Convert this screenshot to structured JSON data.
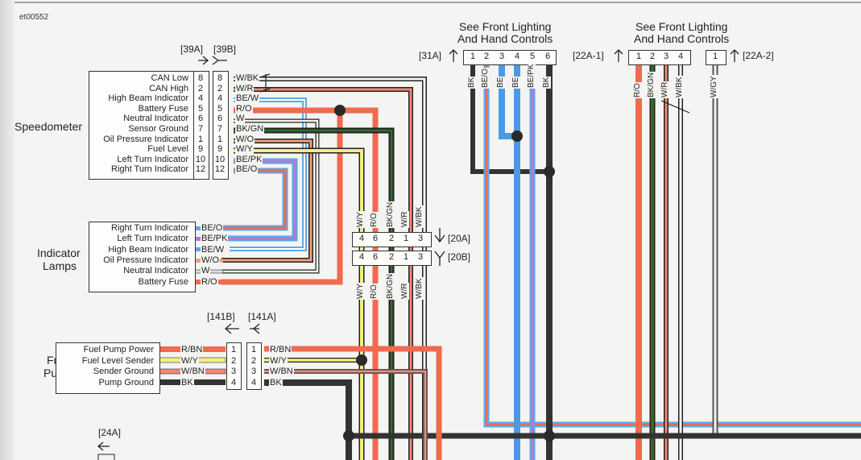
{
  "figure_id": "et00552",
  "speedometer": {
    "title": "Speedometer",
    "conn_a": "[39A]",
    "conn_b": "[39B]",
    "rows": [
      {
        "label": "CAN Low",
        "pin_a": "8",
        "pin_b": "8",
        "wire": "W/BK",
        "color": "#f2f2f2"
      },
      {
        "label": "CAN High",
        "pin_a": "2",
        "pin_b": "2",
        "wire": "W/R",
        "color": "#f08a78"
      },
      {
        "label": "High Beam Indicator",
        "pin_a": "4",
        "pin_b": "4",
        "wire": "BE/W",
        "color": "#5aa8e6"
      },
      {
        "label": "Battery Fuse",
        "pin_a": "5",
        "pin_b": "5",
        "wire": "R/O",
        "color": "#f06a50"
      },
      {
        "label": "Neutral Indicator",
        "pin_a": "6",
        "pin_b": "6",
        "wire": "W",
        "color": "#f2f2f2"
      },
      {
        "label": "Sensor Ground",
        "pin_a": "7",
        "pin_b": "7",
        "wire": "BK/GN",
        "color": "#2f6a2c"
      },
      {
        "label": "Oil Pressure Indicator",
        "pin_a": "1",
        "pin_b": "1",
        "wire": "W/O",
        "color": "#f2a07a"
      },
      {
        "label": "Fuel Level",
        "pin_a": "9",
        "pin_b": "9",
        "wire": "W/Y",
        "color": "#f2ef80"
      },
      {
        "label": "Left Turn Indicator",
        "pin_a": "10",
        "pin_b": "10",
        "wire": "BE/PK",
        "color": "#b07ad6"
      },
      {
        "label": "Right Turn Indicator",
        "pin_a": "12",
        "pin_b": "12",
        "wire": "BE/O",
        "color": "#5aa8e6"
      }
    ]
  },
  "indicator_lamps": {
    "title_line1": "Indicator",
    "title_line2": "Lamps",
    "rows": [
      {
        "label": "Right Turn Indicator",
        "wire": "BE/O"
      },
      {
        "label": "Left Turn Indicator",
        "wire": "BE/PK"
      },
      {
        "label": "High Beam Indicator",
        "wire": "BE/W"
      },
      {
        "label": "Oil Pressure Indicator",
        "wire": "W/O"
      },
      {
        "label": "Neutral Indicator",
        "wire": "W"
      },
      {
        "label": "Battery Fuse",
        "wire": "R/O"
      }
    ]
  },
  "connector_20": {
    "conn_a": "[20A]",
    "conn_b": "[20B]",
    "pins": [
      "4",
      "6",
      "2",
      "1",
      "3"
    ],
    "wires_top": [
      "W/Y",
      "R/O",
      "BK/GN",
      "W/R",
      "W/BK"
    ],
    "wires_bottom": [
      "W/Y",
      "R/O",
      "BK/GN",
      "W/R",
      "W/BK"
    ]
  },
  "fuel_pump": {
    "title_line1": "Fuel",
    "title_line2": "Pump",
    "conn_b": "[141B]",
    "conn_a": "[141A]",
    "rows": [
      {
        "label": "Fuel Pump Power",
        "wire_left": "R/BN",
        "pin_b": "1",
        "pin_a": "1",
        "wire_right": "R/BN"
      },
      {
        "label": "Fuel Level Sender",
        "wire_left": "W/Y",
        "pin_b": "2",
        "pin_a": "2",
        "wire_right": "W/Y"
      },
      {
        "label": "Sender Ground",
        "wire_left": "W/BN",
        "pin_b": "3",
        "pin_a": "3",
        "wire_right": "W/BN"
      },
      {
        "label": "Pump Ground",
        "wire_left": "BK",
        "pin_b": "4",
        "pin_a": "4",
        "wire_right": "BK"
      }
    ]
  },
  "front_lighting_1": {
    "title_line1": "See Front Lighting",
    "title_line2": "And Hand Controls",
    "conn": "[31A]",
    "pins": [
      "1",
      "2",
      "3",
      "4",
      "5",
      "6"
    ],
    "wires": [
      "BK",
      "BE/O",
      "BE",
      "BE",
      "BE/PK",
      "BK"
    ]
  },
  "front_lighting_2": {
    "title_line1": "See Front Lighting",
    "title_line2": "And Hand Controls",
    "conn_left": "[22A-1]",
    "conn_right": "[22A-2]",
    "pins_left": [
      "1",
      "2",
      "3",
      "4"
    ],
    "pins_right": [
      "1"
    ],
    "wires": [
      "R/O",
      "BK/GN",
      "W/R",
      "W/BK",
      "W/GY"
    ]
  },
  "conn_24": {
    "label": "[24A]"
  }
}
